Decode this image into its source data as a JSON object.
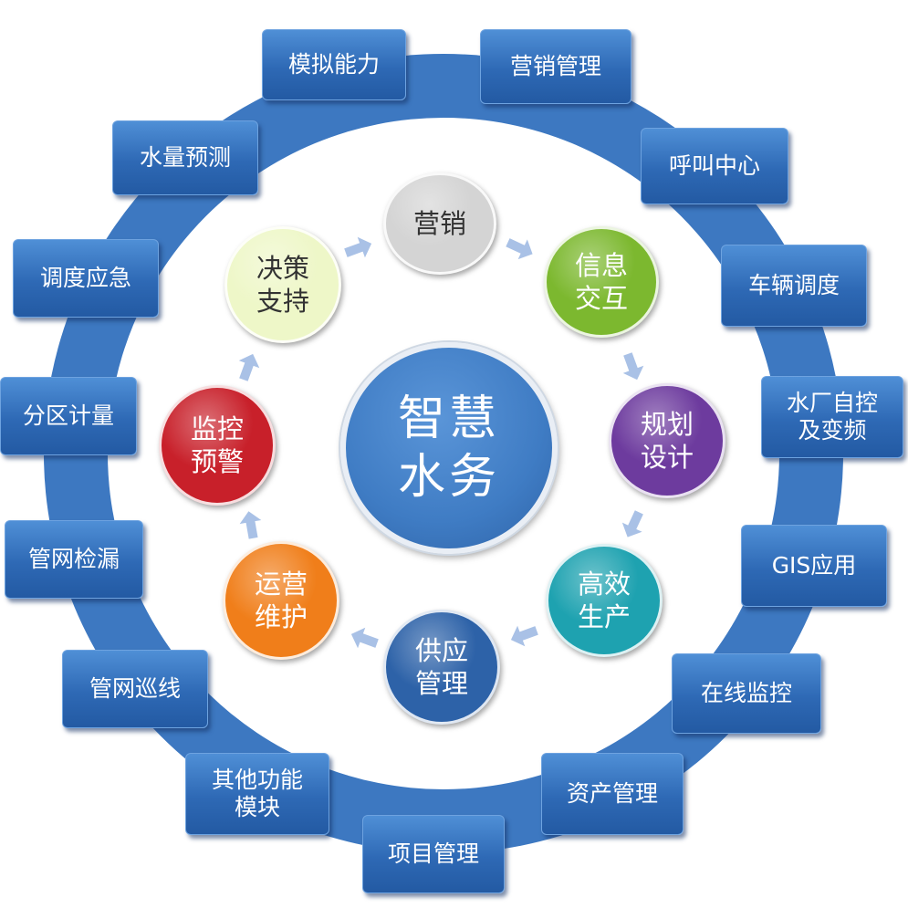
{
  "center": {
    "label": "智慧\n水务",
    "color": "#3f7cc4"
  },
  "ring_color": "#3d78c1",
  "outer_modules": [
    {
      "key": "moni",
      "label": "模拟能力"
    },
    {
      "key": "yingxiao",
      "label": "营销管理"
    },
    {
      "key": "hujiao",
      "label": "呼叫中心"
    },
    {
      "key": "cheliang",
      "label": "车辆调度"
    },
    {
      "key": "shuichang",
      "label": "水厂自控\n及变频"
    },
    {
      "key": "gis",
      "label": "GIS应用"
    },
    {
      "key": "zaixian",
      "label": "在线监控"
    },
    {
      "key": "zichan",
      "label": "资产管理"
    },
    {
      "key": "xiangmu",
      "label": "项目管理"
    },
    {
      "key": "qita",
      "label": "其他功能\n模块"
    },
    {
      "key": "xunxian",
      "label": "管网巡线"
    },
    {
      "key": "jianlou",
      "label": "管网检漏"
    },
    {
      "key": "fenqu",
      "label": "分区计量"
    },
    {
      "key": "diaodu",
      "label": "调度应急"
    },
    {
      "key": "shuiliang",
      "label": "水量预测"
    }
  ],
  "inner_bubbles": [
    {
      "key": "yingxiao",
      "label": "营销",
      "color": "#d4d4d4",
      "text_color": "#333333"
    },
    {
      "key": "xinxi",
      "label": "信息\n交互",
      "color": "#7cb82f",
      "text_color": "#ffffff"
    },
    {
      "key": "guihua",
      "label": "规划\n设计",
      "color": "#6d3b9e",
      "text_color": "#ffffff"
    },
    {
      "key": "gaoxiao",
      "label": "高效\n生产",
      "color": "#1ea2b0",
      "text_color": "#ffffff"
    },
    {
      "key": "gongying",
      "label": "供应\n管理",
      "color": "#2d62a8",
      "text_color": "#ffffff"
    },
    {
      "key": "yunying",
      "label": "运营\n维护",
      "color": "#f07e1a",
      "text_color": "#ffffff"
    },
    {
      "key": "jiankong",
      "label": "监控\n预警",
      "color": "#c8202a",
      "text_color": "#ffffff"
    },
    {
      "key": "juece",
      "label": "决策\n支持",
      "color": "#eef7c8",
      "text_color": "#333333"
    }
  ],
  "arrow_color": "#a9c1e6"
}
